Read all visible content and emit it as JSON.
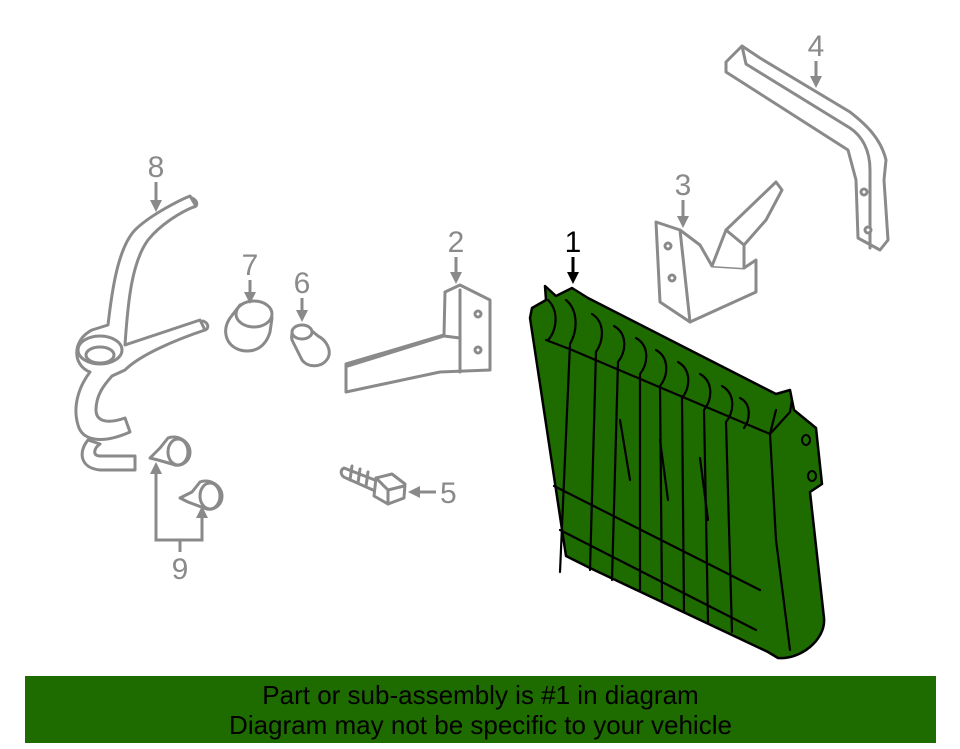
{
  "callouts": {
    "c1": "1",
    "c2": "2",
    "c3": "3",
    "c4": "4",
    "c5": "5",
    "c6": "6",
    "c7": "7",
    "c8": "8",
    "c9": "9"
  },
  "banner": {
    "line1": "Part or sub-assembly is #1 in diagram",
    "line2": "Diagram may not be specific to your vehicle"
  },
  "colors": {
    "highlight": "#1e6b00",
    "banner": "#1e6b00",
    "outline": "#8a8a8a"
  }
}
